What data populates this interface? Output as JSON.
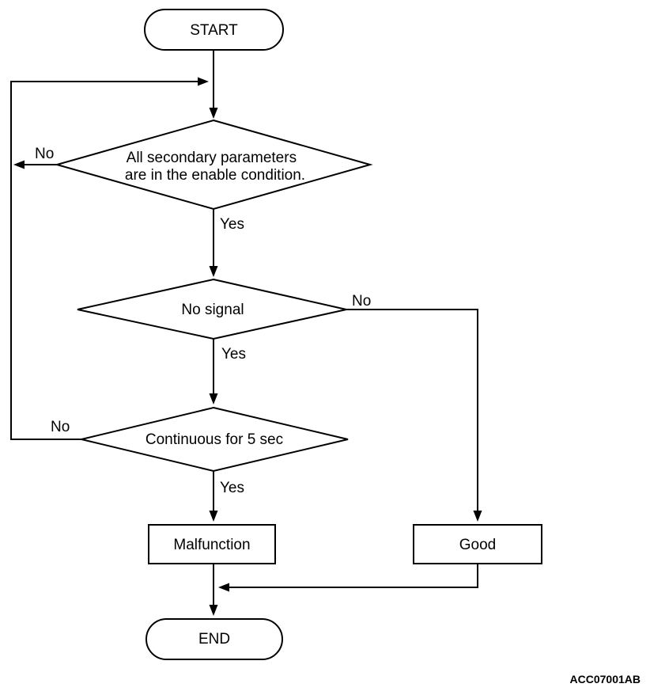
{
  "flowchart": {
    "start_label": "START",
    "end_label": "END",
    "decision1": {
      "line1": "All secondary parameters",
      "line2": "are in the enable condition."
    },
    "decision2_label": "No signal",
    "decision3_label": "Continuous for 5 sec",
    "malfunction_label": "Malfunction",
    "good_label": "Good",
    "branch_labels": {
      "d1_no": "No",
      "d1_yes": "Yes",
      "d2_no": "No",
      "d2_yes": "Yes",
      "d3_no": "No",
      "d3_yes": "Yes"
    },
    "figure_code": "ACC07001AB",
    "colors": {
      "line": "#000000",
      "fill": "#ffffff",
      "text": "#000000",
      "background": "#ffffff"
    }
  }
}
